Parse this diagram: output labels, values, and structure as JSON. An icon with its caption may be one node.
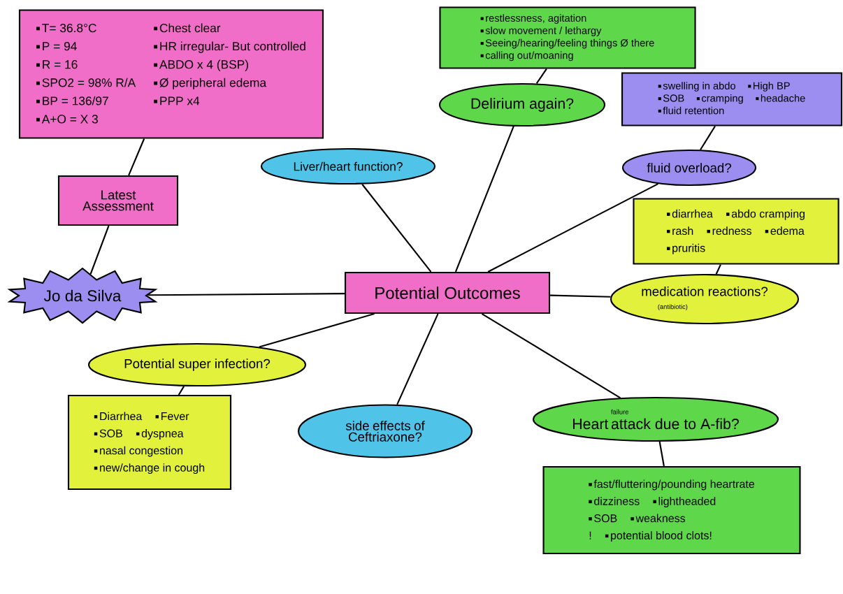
{
  "diagram": {
    "nodes": [
      {
        "text": [
          "T= 36.8°C",
          "P = 94",
          "R = 16",
          "SPO2 = 98% R/A",
          "BP = 136/97",
          "A+O = X 3",
          "Chest clear",
          "HR irregular- But controlled",
          "ABDO x 4 (BSP)",
          "Ø peripheral edema",
          "PPP x4"
        ]
      },
      {
        "text": [
          "Latest Assessment"
        ]
      },
      {
        "text": [
          "Jo da Silva"
        ]
      },
      {
        "text": [
          "Liver/heart function?"
        ]
      },
      {
        "text": [
          "restlessness, agitation",
          "slow movement / lethargy",
          "Seeing/hearing/feeling things Ø there",
          "calling out/moaning"
        ]
      },
      {
        "text": [
          "Delirium again?"
        ]
      },
      {
        "text": [
          "swelling in abdo",
          "High BP",
          "SOB",
          "cramping",
          "headache",
          "fluid retention"
        ]
      },
      {
        "text": [
          "fluid overload?"
        ]
      },
      {
        "text": [
          "Potential Outcomes"
        ]
      },
      {
        "text": [
          "diarrhea",
          "abdo cramping",
          "rash",
          "redness",
          "edema",
          "pruritis"
        ]
      },
      {
        "text": [
          "medication",
          "(antibiotic)",
          "reactions?"
        ]
      },
      {
        "text": [
          "Potential super infection?"
        ]
      },
      {
        "text": [
          "Diarrhea",
          "Fever",
          "SOB",
          "dyspnea",
          "nasal congestion",
          "new/change in cough"
        ]
      },
      {
        "text": [
          "side effects of Ceftriaxone?"
        ]
      },
      {
        "text": [
          "Heart",
          "failure",
          "attack due to A-fib?"
        ]
      },
      {
        "text": [
          "fast/fluttering/pounding heartrate",
          "dizziness",
          "lightheaded",
          "SOB",
          "weakness",
          "!",
          "potential blood clots!"
        ]
      }
    ],
    "edges": [
      {
        "from": 0,
        "to": 1,
        "arrow": "none"
      },
      {
        "from": 1,
        "to": 2,
        "arrow": "none"
      },
      {
        "from": 2,
        "to": 8,
        "arrow": "none"
      },
      {
        "from": 3,
        "to": 8,
        "arrow": "none"
      },
      {
        "from": 4,
        "to": 5,
        "arrow": "none"
      },
      {
        "from": 5,
        "to": 8,
        "arrow": "none"
      },
      {
        "from": 6,
        "to": 7,
        "arrow": "none"
      },
      {
        "from": 7,
        "to": 8,
        "arrow": "none"
      },
      {
        "from": 9,
        "to": 10,
        "arrow": "none"
      },
      {
        "from": 8,
        "to": 10,
        "arrow": "none"
      },
      {
        "from": 8,
        "to": 11,
        "arrow": "none"
      },
      {
        "from": 11,
        "to": 12,
        "arrow": "none"
      },
      {
        "from": 8,
        "to": 13,
        "arrow": "none"
      },
      {
        "from": 8,
        "to": 14,
        "arrow": "none"
      },
      {
        "from": 14,
        "to": 15,
        "arrow": "none"
      }
    ]
  }
}
